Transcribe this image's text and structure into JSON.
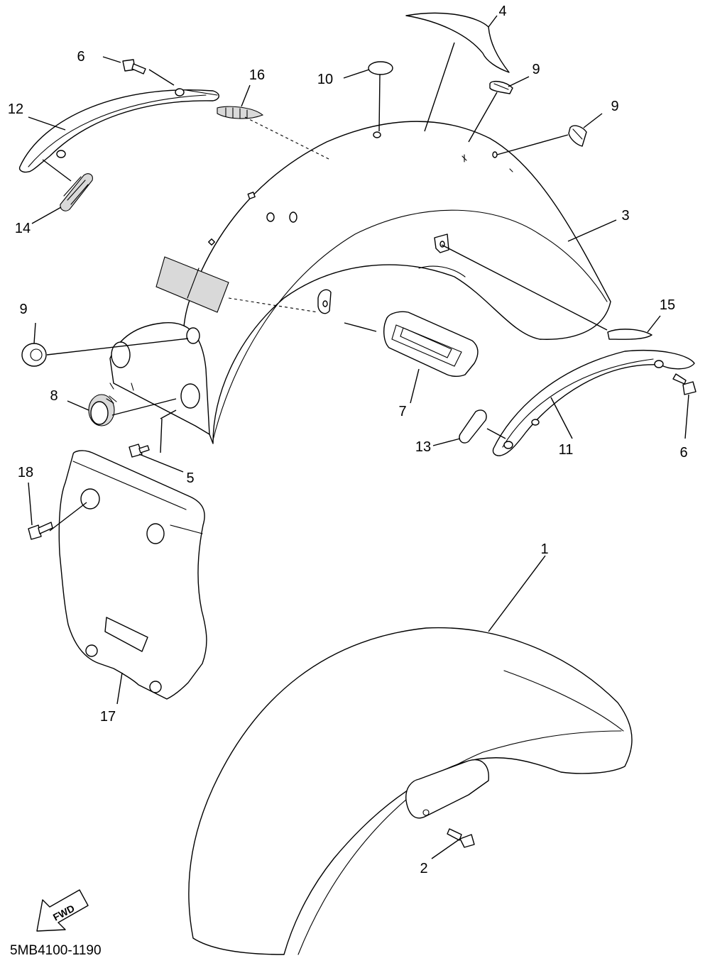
{
  "diagram": {
    "drawing_code": "5MB4100-1190",
    "direction_label": "FWD",
    "callouts": [
      "1",
      "2",
      "3",
      "4",
      "5",
      "6",
      "6",
      "7",
      "8",
      "9",
      "9",
      "9",
      "10",
      "11",
      "12",
      "13",
      "14",
      "15",
      "16",
      "17",
      "18"
    ]
  },
  "colors": {
    "line": "#000000",
    "background": "#ffffff",
    "shade": "#d9d9d9"
  }
}
